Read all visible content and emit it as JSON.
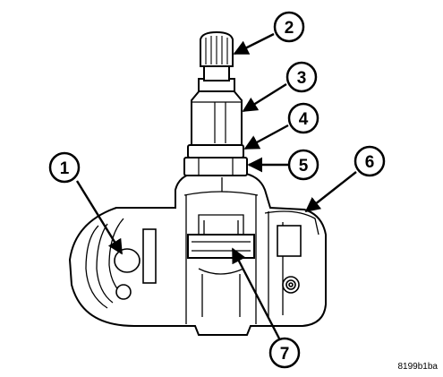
{
  "figure": {
    "code": "8199b1ba",
    "callouts": [
      "1",
      "2",
      "3",
      "4",
      "5",
      "6",
      "7"
    ]
  }
}
